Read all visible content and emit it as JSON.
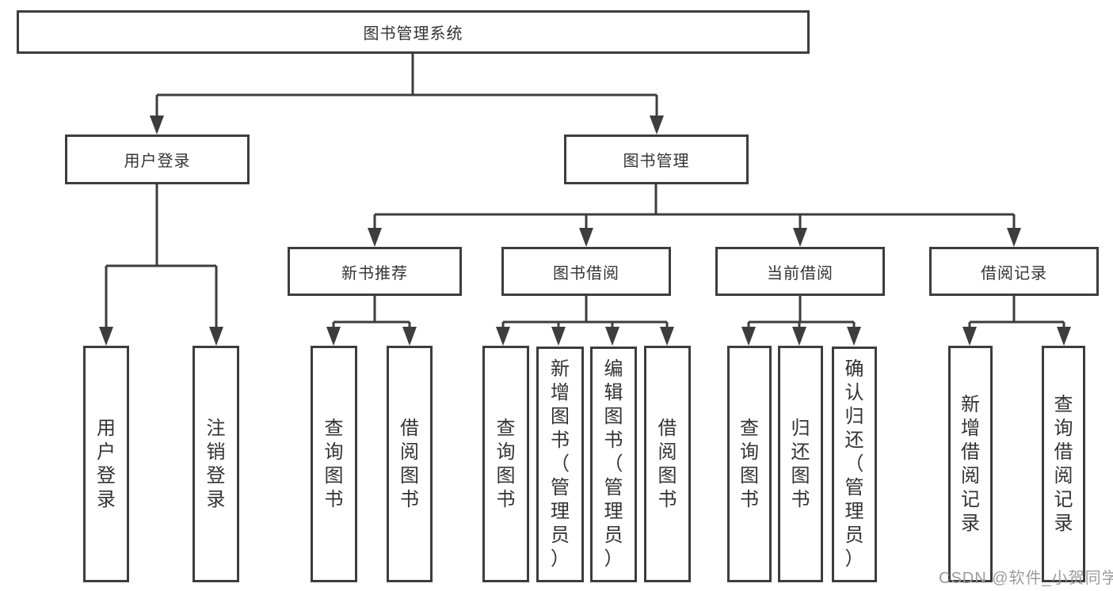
{
  "colors": {
    "line": "#3d3d3d",
    "text": "#333333",
    "box_bg": "#ffffff",
    "watermark": "#9b9b9b"
  },
  "watermark": {
    "text": "CSDN @软件_小贺同学"
  },
  "diagram": {
    "root": {
      "label": "图书管理系统",
      "children": [
        {
          "label": "用户登录",
          "children": [
            {
              "label": "用户登录"
            },
            {
              "label": "注销登录"
            }
          ]
        },
        {
          "label": "图书管理",
          "children": [
            {
              "label": "新书推荐",
              "children": [
                {
                  "label": "查询图书"
                },
                {
                  "label": "借阅图书"
                }
              ]
            },
            {
              "label": "图书借阅",
              "children": [
                {
                  "label": "查询图书"
                },
                {
                  "label": "新增图书（管理员）"
                },
                {
                  "label": "编辑图书（管理员）"
                },
                {
                  "label": "借阅图书"
                }
              ]
            },
            {
              "label": "当前借阅",
              "children": [
                {
                  "label": "查询图书"
                },
                {
                  "label": "归还图书"
                },
                {
                  "label": "确认归还（管理员）"
                }
              ]
            },
            {
              "label": "借阅记录",
              "children": [
                {
                  "label": "新增借阅记录"
                },
                {
                  "label": "查询借阅记录"
                }
              ]
            }
          ]
        }
      ]
    }
  }
}
